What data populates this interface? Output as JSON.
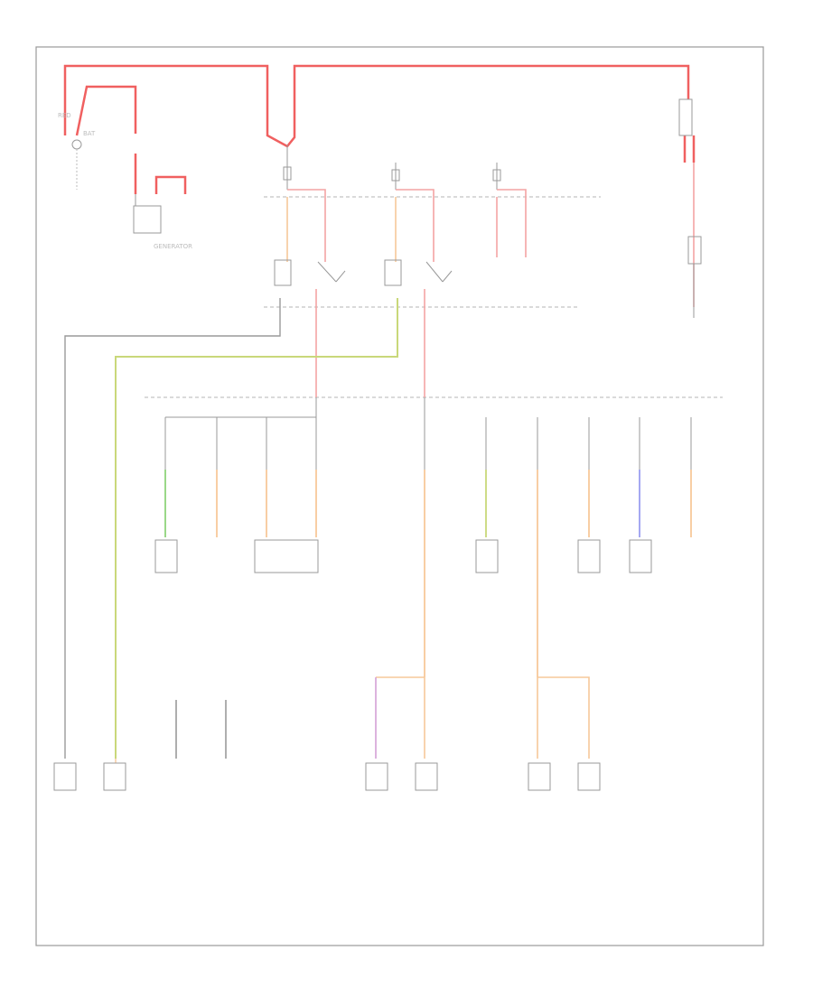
{
  "diagram": {
    "page_code": "",
    "note": "Power distribution wiring schematic; all printed labels in the source are too small/blurred to read.",
    "colors": {
      "border": "#9a9a9a",
      "neutral_wire": "#9a9a9a",
      "dashed_line": "#b5b5b5",
      "red_wire": "#f06060",
      "pink_wire": "#f4a3a3",
      "orange_wire": "#f7c89a",
      "yellow_green_wire": "#c9d87a",
      "green_wire": "#8fd47a",
      "blue_wire": "#9b9ef0",
      "label_gray": "#bdbdbd"
    },
    "components": [
      {
        "id": "battery",
        "name": "battery-symbol"
      },
      {
        "id": "alternator",
        "name": "alternator-generator"
      },
      {
        "id": "fuse-block-main",
        "name": "main-fuse"
      },
      {
        "id": "relay-1",
        "name": "relay-left"
      },
      {
        "id": "relay-2",
        "name": "relay-center"
      },
      {
        "id": "fusible-link-right",
        "name": "fusible-link"
      },
      {
        "id": "load-lamps",
        "name": "lamp-loads"
      }
    ]
  }
}
